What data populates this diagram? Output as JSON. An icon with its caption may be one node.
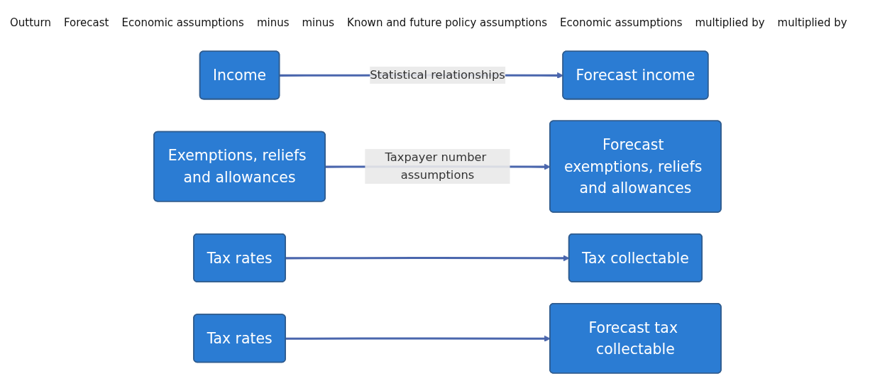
{
  "diagram": {
    "nodes": [
      {
        "text": [
          "Income"
        ]
      },
      {
        "text": [
          "Exemptions, reliefs and allowances"
        ]
      },
      {
        "text": [
          "Tax rates"
        ]
      },
      {
        "text": [
          "Tax collectable"
        ]
      },
      {
        "text": [
          "Forecast income"
        ]
      },
      {
        "text": [
          "Forecast exemptions, reliefs and allowances"
        ]
      },
      {
        "text": [
          "Tax rates"
        ]
      },
      {
        "text": [
          "Forecast tax collectable"
        ]
      }
    ],
    "edges": [
      {
        "from": 0,
        "to": 4,
        "arrow": "to",
        "label": "Statistical relationships"
      },
      {
        "from": 1,
        "to": 5,
        "arrow": "to",
        "label": "Taxpayer number assumptions"
      },
      {
        "from": 2,
        "to": 3,
        "arrow": "to"
      },
      {
        "from": 6,
        "to": 7,
        "arrow": "to"
      }
    ],
    "labels": [
      "Outturn",
      "Forecast",
      "Economic assumptions",
      "minus",
      "minus",
      "Known and future policy assumptions",
      "Economic assumptions",
      "multiplied by",
      "multiplied by"
    ]
  }
}
